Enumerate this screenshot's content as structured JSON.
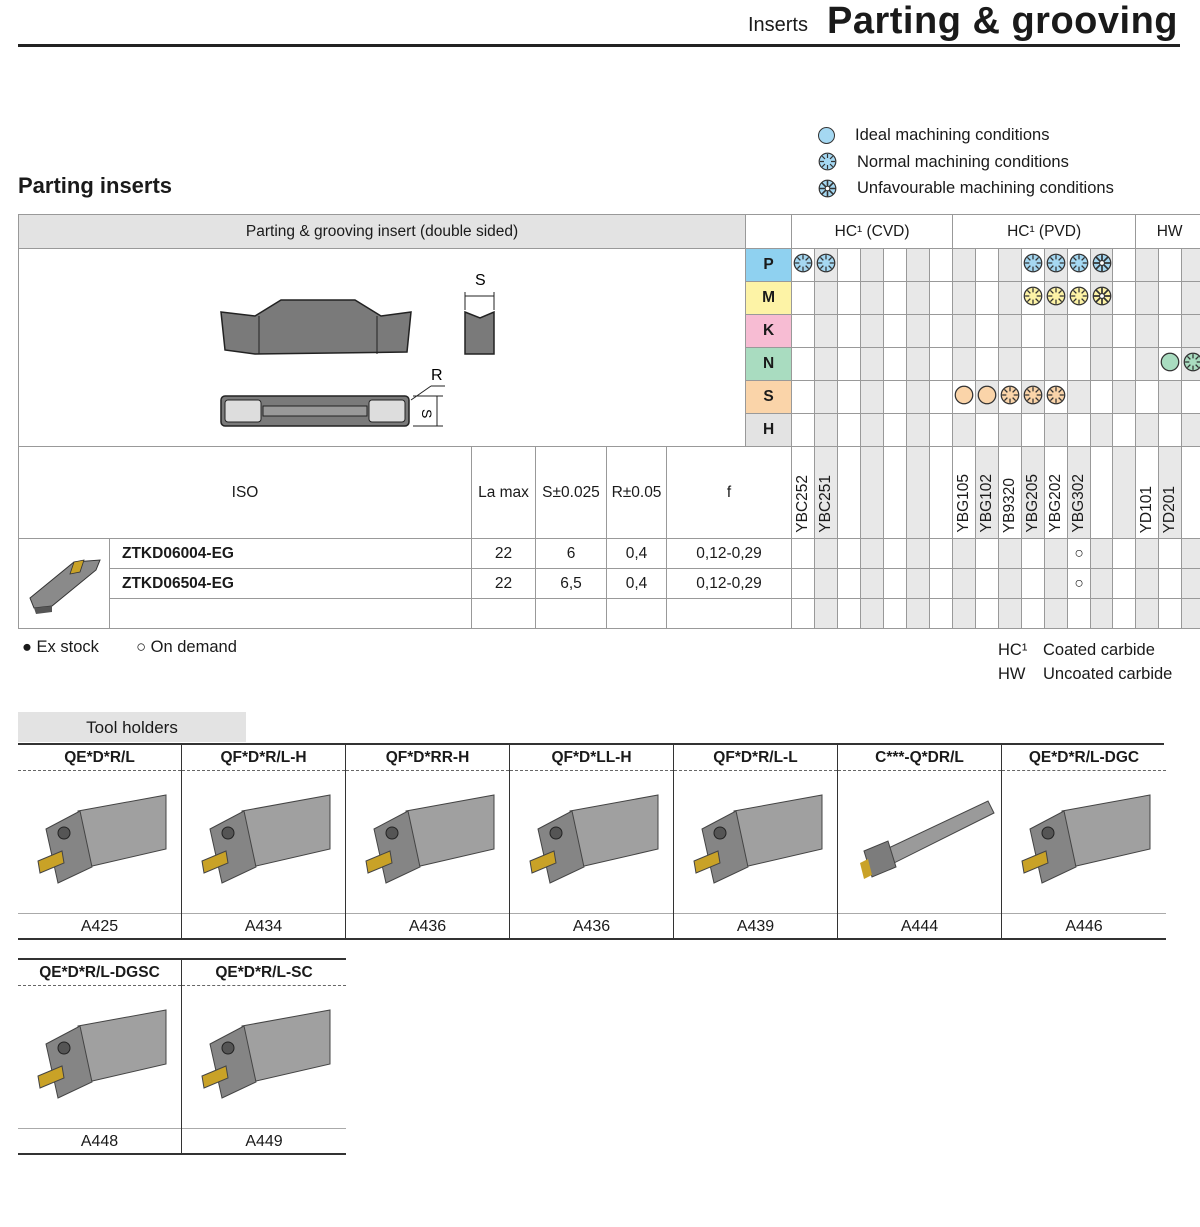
{
  "header": {
    "section": "Inserts",
    "title": "Parting & grooving"
  },
  "section_title": "Parting inserts",
  "legend": [
    {
      "icon": "ideal-dot-icon",
      "label": "Ideal machining conditions"
    },
    {
      "icon": "normal-dot-icon",
      "label": "Normal machining conditions"
    },
    {
      "icon": "unfavourable-dot-icon",
      "label": "Unfavourable machining conditions"
    }
  ],
  "table": {
    "insert_title": "Parting & grooving insert (double sided)",
    "groups": {
      "cvd": "HC¹ (CVD)",
      "pvd": "HC¹ (PVD)",
      "hw": "HW"
    },
    "materials": [
      "P",
      "M",
      "K",
      "N",
      "S",
      "H"
    ],
    "diagram_labels": {
      "s_top": "S",
      "r": "R",
      "s_side": "S"
    },
    "columns": {
      "iso": "ISO",
      "la": "La max",
      "s": "S±0.025",
      "r": "R±0.05",
      "f": "f"
    },
    "grades": [
      "YBC252",
      "YBC251",
      "YBG105",
      "YBG102",
      "YB9320",
      "YBG205",
      "YBG202",
      "YBG302",
      "YD101",
      "YD201"
    ],
    "rows": [
      {
        "iso": "ZTKD06004-EG",
        "la": "22",
        "s": "6",
        "r": "0,4",
        "f": "0,12-0,29",
        "ybg302": "○"
      },
      {
        "iso": "ZTKD06504-EG",
        "la": "22",
        "s": "6,5",
        "r": "0,4",
        "f": "0,12-0,29",
        "ybg302": "○"
      }
    ]
  },
  "footnotes": {
    "ex_stock": "● Ex stock",
    "on_demand": "○ On demand",
    "hc_abbr": "HC¹",
    "hc_text": "Coated carbide",
    "hw_abbr": "HW",
    "hw_text": "Uncoated carbide"
  },
  "tool_holders_label": "Tool holders",
  "holders": [
    {
      "name": "QE*D*R/L",
      "ref": "A425"
    },
    {
      "name": "QF*D*R/L-H",
      "ref": "A434"
    },
    {
      "name": "QF*D*RR-H",
      "ref": "A436"
    },
    {
      "name": "QF*D*LL-H",
      "ref": "A436"
    },
    {
      "name": "QF*D*R/L-L",
      "ref": "A439"
    },
    {
      "name": "C***-Q*DR/L",
      "ref": "A444"
    },
    {
      "name": "QE*D*R/L-DGC",
      "ref": "A446"
    },
    {
      "name": "QE*D*R/L-DGSC",
      "ref": "A448"
    },
    {
      "name": "QE*D*R/L-SC",
      "ref": "A449"
    }
  ],
  "colors": {
    "ideal": "#a5d8f2",
    "P": "#8fd1f0",
    "M": "#fdf3a6",
    "K": "#f7bcd3",
    "N": "#a9dcc0",
    "S": "#fad4a9",
    "H": "#e3e3e3"
  }
}
